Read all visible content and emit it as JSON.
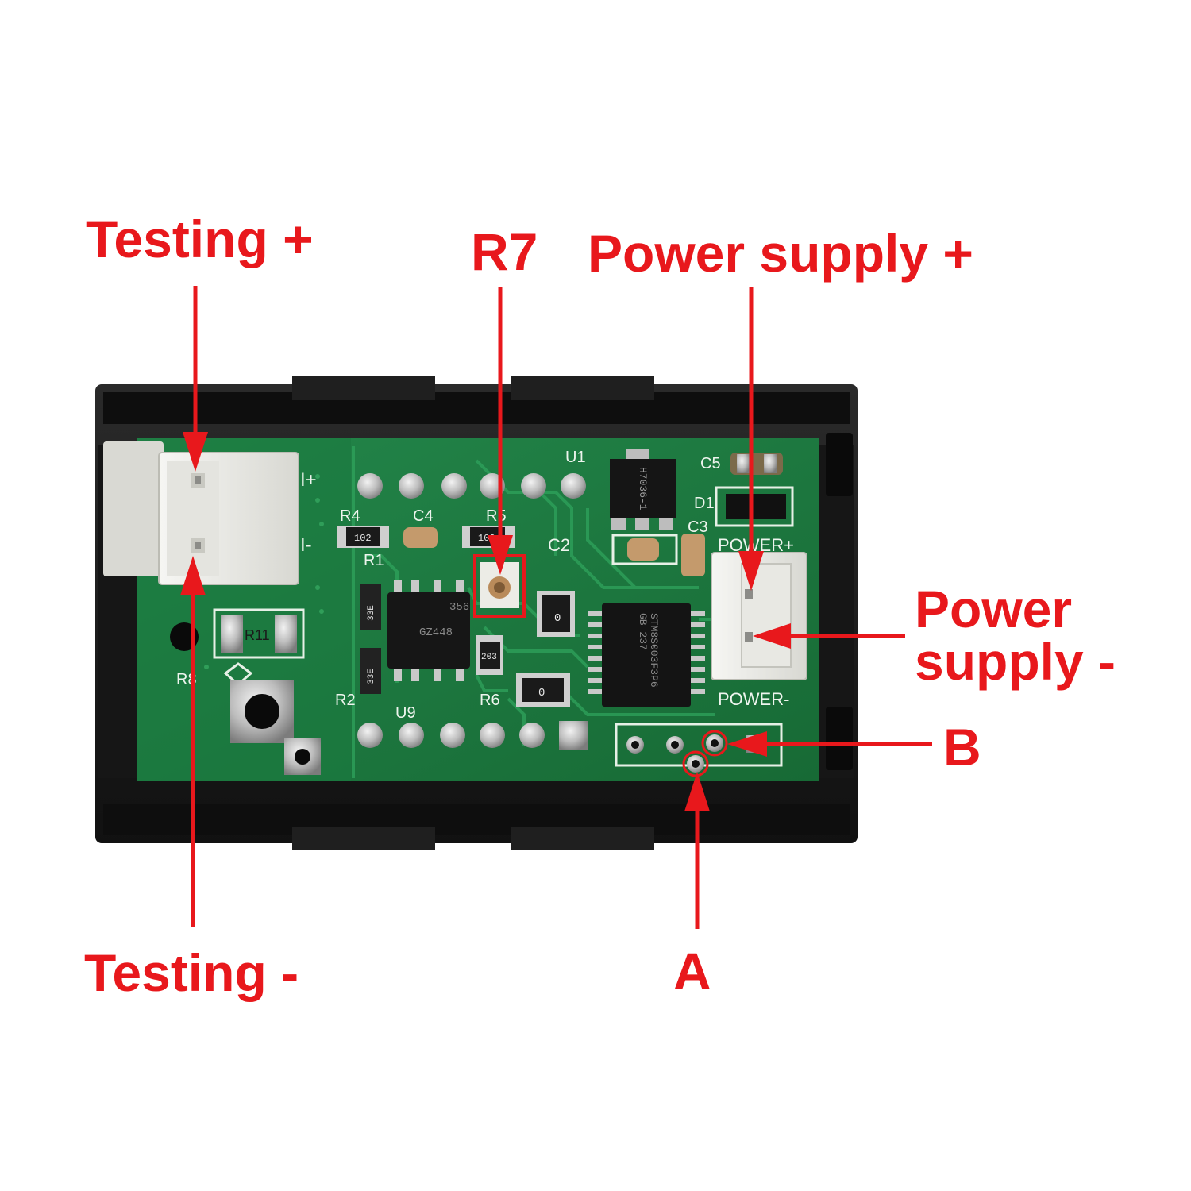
{
  "colors": {
    "annotation": "#e8181c",
    "pcb_green": "#1c7a3e",
    "housing_black": "#1a1a1a",
    "connector_white": "#ecece8"
  },
  "annotations": {
    "testing_plus": "Testing +",
    "testing_minus": "Testing -",
    "r7": "R7",
    "power_supply_plus": "Power supply +",
    "power_supply_minus_line1": "Power",
    "power_supply_minus_line2": "supply -",
    "b": "B",
    "a": "A"
  },
  "silkscreen": {
    "i_plus": "I+",
    "i_minus": "I-",
    "r4": "R4",
    "c4": "C4",
    "r5": "R5",
    "c2": "C2",
    "r1": "R1",
    "r11": "R11",
    "r8": "R8",
    "r2": "R2",
    "u9": "U9",
    "r6": "R6",
    "u1": "U1",
    "c5": "C5",
    "d1": "D1",
    "c3": "C3",
    "power_plus": "POWER+",
    "power_minus": "POWER-",
    "res_102a": "102",
    "res_102b": "102",
    "res_203": "203",
    "cap_33e_a": "33E",
    "cap_33e_b": "33E",
    "zero_a": "0",
    "zero_b": "0",
    "chip_356": "356",
    "chip_small": "GZ448",
    "reg_code": "H7036-1",
    "mcu_line1": "STM8S003F3P6",
    "mcu_line2": "GB 237"
  }
}
